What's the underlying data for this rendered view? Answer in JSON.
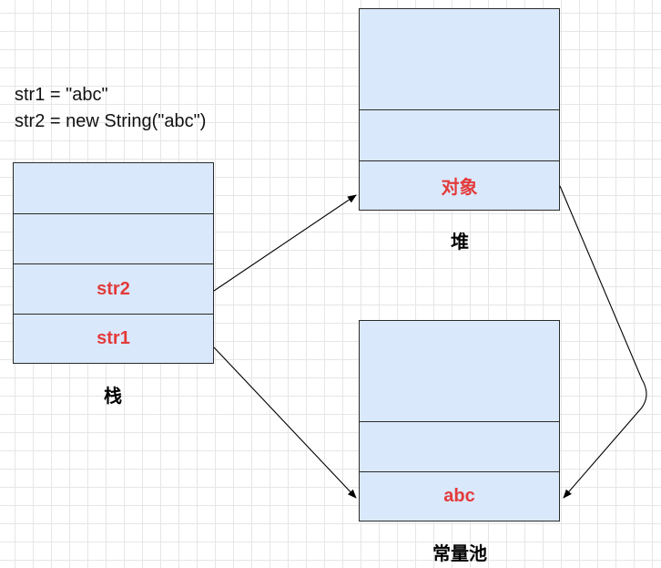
{
  "code": {
    "line1": "str1 = \"abc\"",
    "line2": "str2 = new String(\"abc\")"
  },
  "stack": {
    "label": "栈",
    "cells": [
      "",
      "",
      "str2",
      "str1"
    ]
  },
  "heap": {
    "label": "堆",
    "cells": [
      "",
      "",
      "对象"
    ]
  },
  "pool": {
    "label": "常量池",
    "cells": [
      "",
      "",
      "abc"
    ]
  },
  "colors": {
    "block_fill": "#dae8fc",
    "block_border": "#2b2b2b",
    "cell_text": "#e33b3b",
    "arrow": "#000000"
  }
}
